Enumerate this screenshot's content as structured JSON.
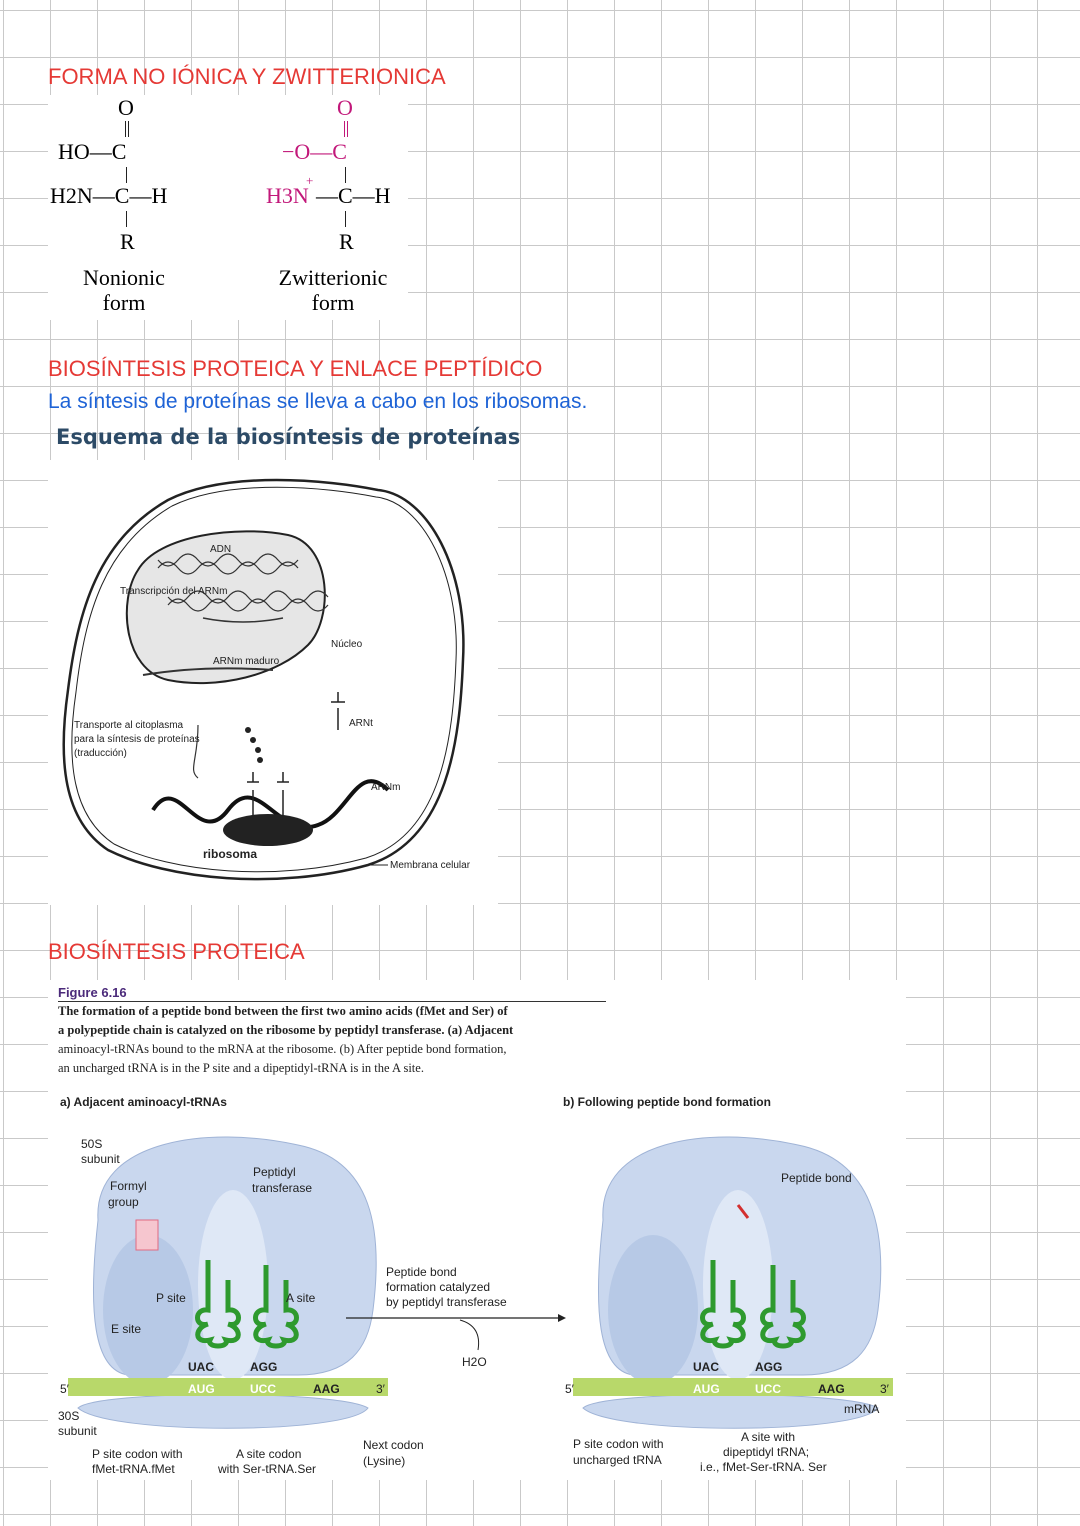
{
  "section1": {
    "heading": "FORMA NO IÓNICA Y ZWITTERIONICA",
    "nonionic": {
      "o": "O",
      "ho": "HO—C",
      "h2n": "H2N—C—H",
      "r": "R",
      "label1": "Nonionic",
      "label2": "form"
    },
    "zwitterionic": {
      "o": "O",
      "o_minus": "−O—C",
      "h3n": "H3N",
      "c_h": "—C—H",
      "r": "R",
      "label1": "Zwitterionic",
      "label2": "form"
    }
  },
  "section2": {
    "heading": "BIOSÍNTESIS PROTEICA Y ENLACE PEPTÍDICO",
    "text": "La síntesis de proteínas se lleva a cabo en los ribosomas.",
    "subheading": "Esquema de la biosíntesis de proteínas",
    "diagram": {
      "adn": "ADN",
      "transcripcion": "Transcripción del ARNm",
      "arnm_maduro": "ARNm maduro",
      "nucleo": "Núcleo",
      "arnt": "ARNt",
      "transporte1": "Transporte al citoplasma",
      "transporte2": "para la síntesis de proteínas",
      "transporte3": "(traducción)",
      "arnm": "ARNm",
      "ribosoma": "ribosoma",
      "membrana": "Membrana celular"
    }
  },
  "section3": {
    "heading": "BIOSÍNTESIS PROTEICA",
    "figure": {
      "number": "Figure 6.16",
      "caption_bold": "The formation of a peptide bond between the first two amino acids (fMet and Ser) of a polypeptide chain is catalyzed on the ribosome by peptidyl transferase.",
      "caption_line1": "The formation of a peptide bond between the first two amino acids (fMet and Ser) of",
      "caption_line2a": "a polypeptide chain is catalyzed on the ribosome by peptidyl transferase.",
      "caption_line2b": "(a) Adjacent",
      "caption_line3": "aminoacyl-tRNAs bound to the mRNA at the ribosome. (b) After peptide bond formation,",
      "caption_line4": "an uncharged tRNA is in the P site and a dipeptidyl-tRNA is in the A site.",
      "panel_a": {
        "title": "a) Adjacent aminoacyl-tRNAs",
        "s50": "50S",
        "subunit": "subunit",
        "formyl": "Formyl",
        "group": "group",
        "peptidyl": "Peptidyl",
        "transferase": "transferase",
        "p_site": "P site",
        "a_site": "A site",
        "e_site": "E site",
        "uac": "UAC",
        "agg": "AGG",
        "aug": "AUG",
        "ucc": "UCC",
        "aag": "AAG",
        "five": "5′",
        "three": "3′",
        "s30": "30S",
        "subunit2": "subunit",
        "pcodon1": "P site codon with",
        "pcodon2": "fMet-tRNA.fMet",
        "acodon1": "A site codon",
        "acodon2": "with Ser-tRNA.Ser",
        "next1": "Next codon",
        "next2": "(Lysine)"
      },
      "arrow": {
        "line1": "Peptide bond",
        "line2": "formation catalyzed",
        "line3": "by peptidyl transferase",
        "h2o": "H2O"
      },
      "panel_b": {
        "title": "b) Following peptide bond formation",
        "peptide_bond": "Peptide bond",
        "uac": "UAC",
        "agg": "AGG",
        "aug": "AUG",
        "ucc": "UCC",
        "aag": "AAG",
        "five": "5′",
        "three": "3′",
        "mrna": "mRNA",
        "pcodon1": "P site codon with",
        "pcodon2": "uncharged tRNA",
        "awith1": "A site with",
        "awith2": "dipeptidyl tRNA;",
        "awith3": "i.e., fMet-Ser-tRNA. Ser"
      }
    }
  },
  "colors": {
    "heading": "#e53935",
    "text": "#1e63d6",
    "subheading": "#2c4a66",
    "ribosome": "#c9d7ee",
    "mrna": "#b8d86a",
    "trna": "#2e9a2e"
  }
}
